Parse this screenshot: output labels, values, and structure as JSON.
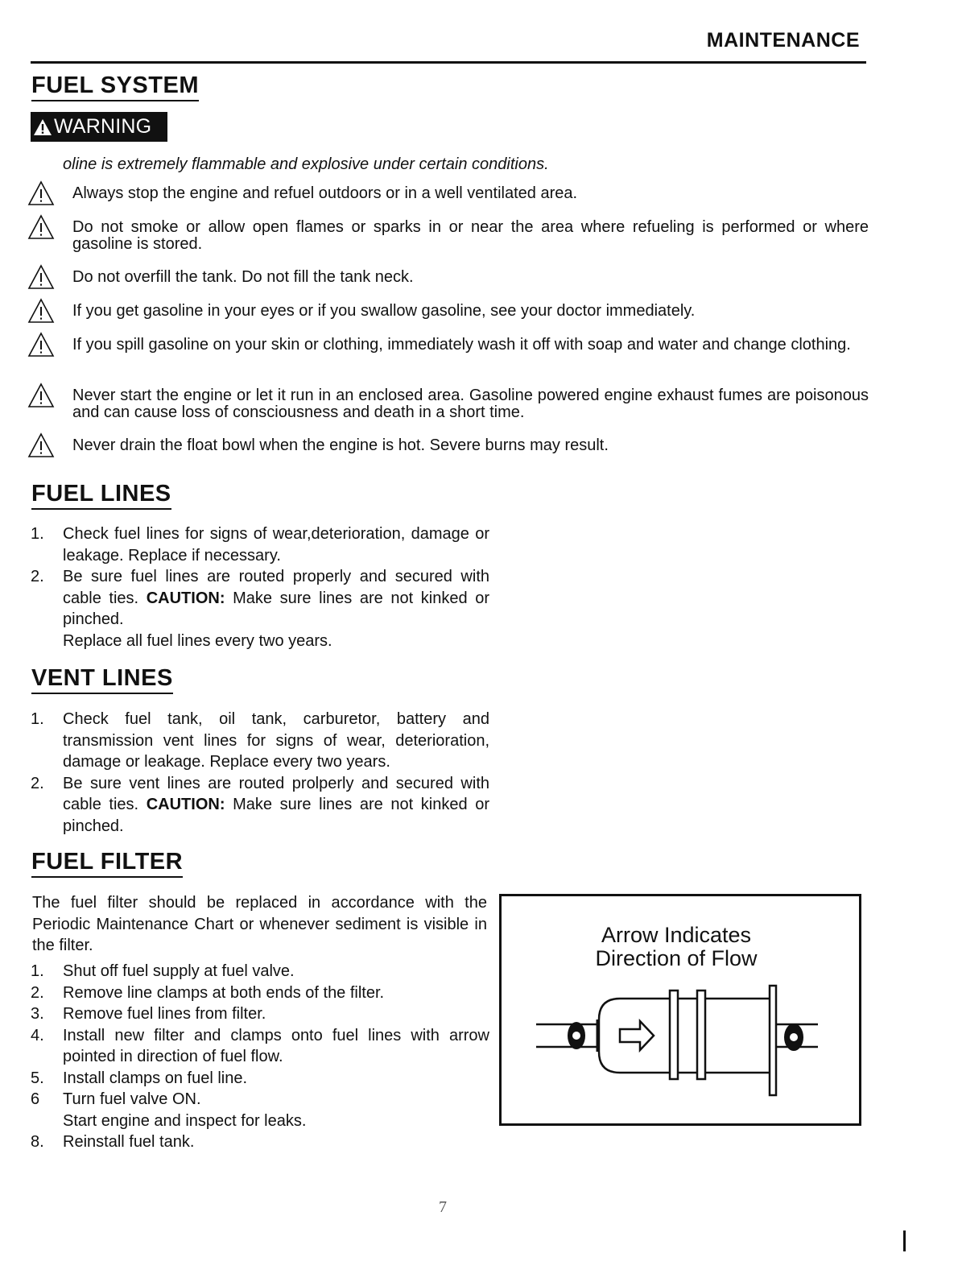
{
  "header": {
    "title": "MAINTENANCE"
  },
  "fuel_system": {
    "title": "FUEL SYSTEM",
    "warning_label": "WARNING",
    "intro": "oline is extremely flammable and explosive under certain conditions.",
    "items": [
      "Always stop the engine and refuel outdoors or in a well ventilated area.",
      "Do not smoke or allow open flames or sparks in or near the area where refueling is performed or where gasoline is stored.",
      "Do not overfill the tank. Do not fill the tank neck.",
      "If you get gasoline in your eyes or if you swallow gasoline, see your doctor immediately.",
      "If you spill gasoline on your skin or clothing, immediately wash it off with soap and water and change clothing.",
      "Never start the engine or let it run in an enclosed area. Gasoline powered engine exhaust fumes are poisonous and can cause loss of consciousness and death in a short time.",
      "Never drain the float bowl when the engine is hot. Severe burns may result."
    ]
  },
  "fuel_lines": {
    "title": "FUEL LINES",
    "items": [
      {
        "num": "1.",
        "text": "Check fuel lines for signs of wear,deterioration, damage or leakage. Replace if necessary."
      },
      {
        "num": "2.",
        "pre": "Be sure fuel lines are routed properly and secured with cable ties. ",
        "caution": "CAUTION:",
        "post": " Make sure lines are not kinked or pinched."
      },
      {
        "num": "",
        "text": "Replace all fuel lines every two years."
      }
    ]
  },
  "vent_lines": {
    "title": "VENT LINES",
    "items": [
      {
        "num": "1.",
        "text": "Check fuel tank, oil tank, carburetor, battery and transmission vent lines for signs of wear, deterioration, damage or leakage. Replace every two years."
      },
      {
        "num": "2.",
        "pre": "Be sure vent lines are routed prolperly and secured with cable ties. ",
        "caution": "CAUTION:",
        "post": " Make sure lines are not kinked or pinched."
      }
    ]
  },
  "fuel_filter": {
    "title": "FUEL FILTER",
    "intro": "The fuel filter should be replaced in accordance with the Periodic Maintenance Chart or whenever sediment is visible in the filter.",
    "steps": [
      {
        "num": "1.",
        "text": "Shut off fuel supply at fuel valve."
      },
      {
        "num": "2.",
        "text": "Remove line clamps at both ends of the filter."
      },
      {
        "num": "3.",
        "text": "Remove fuel lines from filter."
      },
      {
        "num": "4.",
        "text": "Install new filter and clamps onto fuel lines with arrow pointed in direction of fuel flow."
      },
      {
        "num": "5.",
        "text": "Install clamps on fuel line."
      },
      {
        "num": "6",
        "text": "Turn fuel valve ON."
      },
      {
        "num": "",
        "text": "Start engine and inspect for leaks."
      },
      {
        "num": "8.",
        "text": "Reinstall fuel tank."
      }
    ],
    "diagram": {
      "caption_line1": "Arrow Indicates",
      "caption_line2": "Direction of Flow"
    }
  },
  "page_number": "7"
}
